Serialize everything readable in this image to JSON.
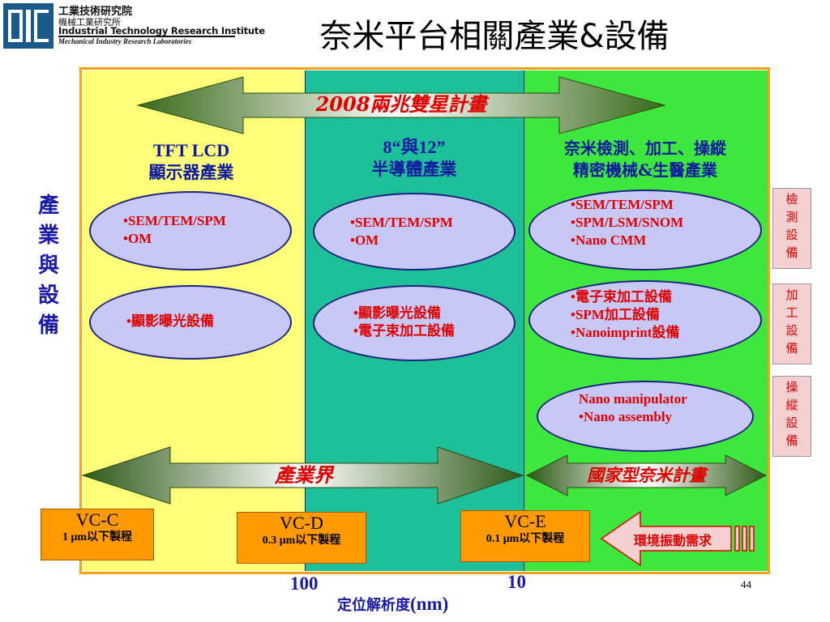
{
  "header": {
    "org_line1": "工業技術研究院",
    "org_line2": "機械工業研究所",
    "org_line3": "Industrial Technology Research Institute",
    "org_line4": "Mechanical Industry Research Laboratories",
    "title": "奈米平台相關產業&設備"
  },
  "banners": {
    "top": "2008兩兆雙星計畫",
    "industry": "產業界",
    "national": "國家型奈米計畫"
  },
  "left_label": [
    "產",
    "業",
    "與",
    "設",
    "備"
  ],
  "columns": [
    {
      "header": [
        "TFT LCD",
        "顯示器產業"
      ],
      "ellipse1": [
        "•SEM/TEM/SPM",
        "•OM"
      ],
      "ellipse2": [
        "•顯影曝光設備"
      ]
    },
    {
      "header": [
        "8“與12”",
        "半導體產業"
      ],
      "ellipse1": [
        "•SEM/TEM/SPM",
        "•OM"
      ],
      "ellipse2": [
        "•顯影曝光設備",
        "•電子束加工設備"
      ]
    },
    {
      "header": [
        "奈米檢測、加工、操縱",
        "精密機械&生醫產業"
      ],
      "ellipse1": [
        "•SEM/TEM/SPM",
        "•SPM/LSM/SNOM",
        "•Nano CMM"
      ],
      "ellipse2": [
        "•電子束加工設備",
        "•SPM加工設備",
        "•Nanoimprint設備"
      ],
      "ellipse3": [
        "Nano manipulator",
        "•Nano assembly"
      ]
    }
  ],
  "side_boxes": [
    [
      "檢",
      "測",
      "設",
      "備"
    ],
    [
      "加",
      "工",
      "設",
      "備"
    ],
    [
      "操",
      "縱",
      "設",
      "備"
    ]
  ],
  "vc_boxes": [
    {
      "title": "VC-C",
      "sub": "1 μm以下製程"
    },
    {
      "title": "VC-D",
      "sub": "0.3 μm以下製程"
    },
    {
      "title": "VC-E",
      "sub": "0.1 μm以下製程"
    }
  ],
  "env_arrow": "環境振動需求",
  "axis": {
    "tick1": "100",
    "tick2": "10",
    "label_cn": "定位解析度",
    "label_unit": "(nm)"
  },
  "page_number": "44",
  "colors": {
    "yellow": "#ffff7a",
    "teal": "#1ec09a",
    "green": "#3ee73e",
    "frame": "#f4a21a",
    "ellipse": "#c8c8f6",
    "vc": "#ff9a00"
  }
}
